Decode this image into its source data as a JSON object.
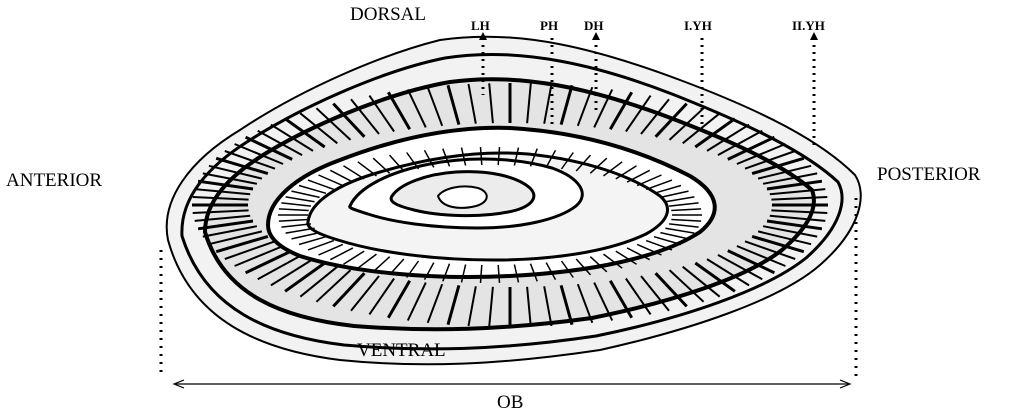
{
  "labels": {
    "dorsal": "DORSAL",
    "ventral": "VENTRAL",
    "anterior": "ANTERIOR",
    "posterior": "POSTERIOR",
    "ob": "OB"
  },
  "markers": {
    "lh": "LH",
    "ph": "PH",
    "dh": "DH",
    "i_yh": "I.YH",
    "ii_yh": "II.YH"
  },
  "colors": {
    "ink": "#000000",
    "background": "#ffffff",
    "shade": "#d8d8d8"
  }
}
